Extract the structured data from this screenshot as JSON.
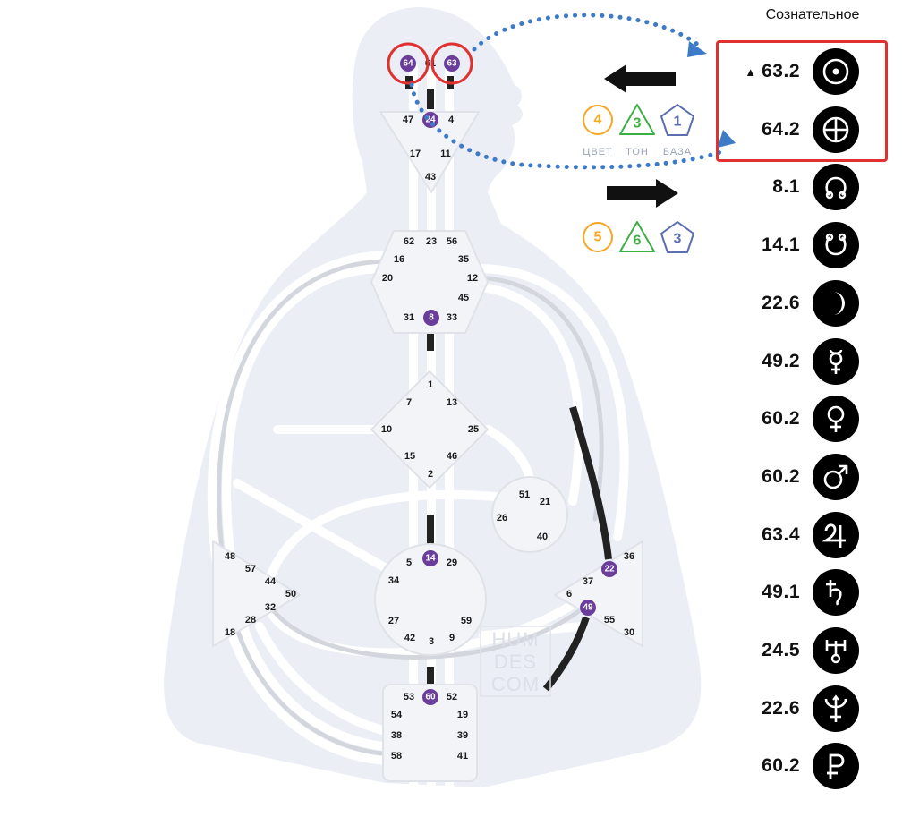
{
  "column_title": "Сознательное",
  "centers": {
    "head": {
      "gates": [
        "64",
        "61",
        "63"
      ],
      "active": [
        "64",
        "63"
      ]
    },
    "ajna": {
      "gates": [
        "47",
        "24",
        "4",
        "17",
        "11",
        "43"
      ],
      "active": [
        "24"
      ]
    },
    "throat": {
      "gates": [
        "62",
        "23",
        "56",
        "16",
        "35",
        "20",
        "12",
        "45",
        "31",
        "8",
        "33"
      ],
      "active": [
        "8"
      ]
    },
    "g": {
      "gates": [
        "1",
        "7",
        "13",
        "10",
        "25",
        "15",
        "46",
        "2"
      ]
    },
    "ego": {
      "gates": [
        "51",
        "21",
        "26",
        "40"
      ]
    },
    "sacral": {
      "gates": [
        "5",
        "14",
        "29",
        "34",
        "27",
        "59",
        "42",
        "3",
        "9"
      ],
      "active": [
        "14"
      ]
    },
    "spleen": {
      "gates": [
        "48",
        "57",
        "44",
        "50",
        "32",
        "28",
        "18"
      ]
    },
    "solar": {
      "gates": [
        "36",
        "22",
        "37",
        "6",
        "49",
        "55",
        "30"
      ],
      "active": [
        "22",
        "49"
      ]
    },
    "root": {
      "gates": [
        "53",
        "60",
        "52",
        "54",
        "19",
        "38",
        "39",
        "58",
        "41"
      ],
      "active": [
        "60"
      ]
    }
  },
  "watermark": {
    "line1": "HUM",
    "line2": "DES",
    "line3": "COM"
  },
  "variables": {
    "top": [
      {
        "value": "4",
        "label": "ЦВЕТ",
        "shape": "circle",
        "color": "#f5a623"
      },
      {
        "value": "3",
        "label": "ТОН",
        "shape": "triangle",
        "color": "#3cb043"
      },
      {
        "value": "1",
        "label": "БАЗА",
        "shape": "pentagon",
        "color": "#5b6fb0"
      }
    ],
    "bottom": [
      {
        "value": "5",
        "shape": "circle",
        "color": "#f5a623"
      },
      {
        "value": "6",
        "shape": "triangle",
        "color": "#3cb043"
      },
      {
        "value": "3",
        "shape": "pentagon",
        "color": "#5b6fb0"
      }
    ]
  },
  "planets": [
    {
      "value": "63.2",
      "icon": "sun-icon",
      "marker": "▲"
    },
    {
      "value": "64.2",
      "icon": "earth-icon"
    },
    {
      "value": "8.1",
      "icon": "north-node-icon"
    },
    {
      "value": "14.1",
      "icon": "south-node-icon"
    },
    {
      "value": "22.6",
      "icon": "moon-icon"
    },
    {
      "value": "49.2",
      "icon": "mercury-icon"
    },
    {
      "value": "60.2",
      "icon": "venus-icon"
    },
    {
      "value": "60.2",
      "icon": "mars-icon"
    },
    {
      "value": "63.4",
      "icon": "jupiter-icon"
    },
    {
      "value": "49.1",
      "icon": "saturn-icon"
    },
    {
      "value": "24.5",
      "icon": "uranus-icon"
    },
    {
      "value": "22.6",
      "icon": "neptune-icon"
    },
    {
      "value": "60.2",
      "icon": "pluto-icon"
    }
  ],
  "colors": {
    "silhouette": "#eceef6",
    "center_fill": "#f3f4f7",
    "channel": "#ffffff",
    "channel_inactive": "#d4d6de",
    "activated": "#222222",
    "active_gate": "#6a3d9a",
    "highlight": "#e03131",
    "dotted_arrow": "#3d7bc8"
  }
}
